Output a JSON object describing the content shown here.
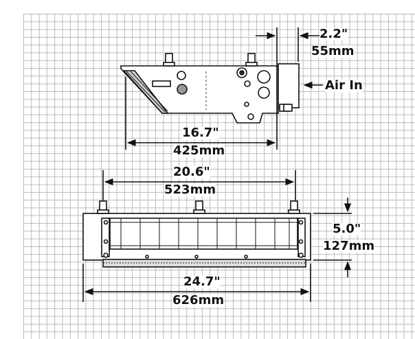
{
  "dimensions": {
    "side_depth_in": "2.2\"",
    "side_depth_mm": "55mm",
    "air_in": "Air In",
    "side_length_in": "16.7\"",
    "side_length_mm": "425mm",
    "front_mount_in": "20.6\"",
    "front_mount_mm": "523mm",
    "front_height_in": "5.0\"",
    "front_height_mm": "127mm",
    "front_width_in": "24.7\"",
    "front_width_mm": "626mm"
  }
}
